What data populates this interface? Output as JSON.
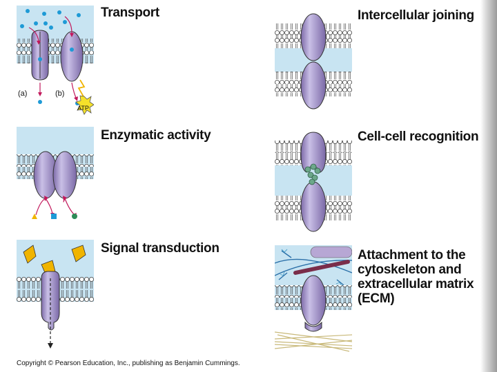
{
  "panels": {
    "transport": {
      "title": "Transport",
      "label_a": "(a)",
      "label_b": "(b)",
      "atp": "ATP"
    },
    "enzymatic": {
      "title": "Enzymatic activity"
    },
    "signal": {
      "title": "Signal transduction"
    },
    "joining": {
      "title": "Intercellular joining"
    },
    "recognition": {
      "title": "Cell-cell recognition"
    },
    "attachment": {
      "title": "Attachment to the\ncytoskeleton and\nextracellular matrix\n(ECM)"
    }
  },
  "copyright": "Copyright © Pearson Education, Inc., publishing as Benjamin Cummings.",
  "colors": {
    "extracellular": "#c8e4f2",
    "protein": "#a898cc",
    "lipid_head": "#ffffff",
    "atp": "#f5e12a",
    "substrate": "#f0b400",
    "blue_dot": "#1e9ad6",
    "green_dot": "#6ca88a",
    "cytoskeleton": "#7a2d4a"
  }
}
